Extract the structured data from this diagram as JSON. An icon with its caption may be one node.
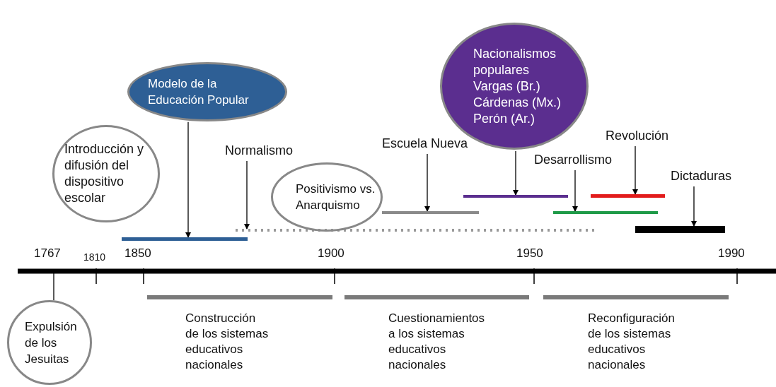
{
  "diagram": {
    "nodes": [
      {
        "text": [
          "Introducción y difusión del dispositivo escolar"
        ]
      },
      {
        "text": [
          "Modelo de la Educación Popular"
        ]
      },
      {
        "text": [],
        "shape": "bar"
      },
      {
        "text": [
          "Normalismo"
        ]
      },
      {
        "text": [],
        "shape": "bar"
      },
      {
        "text": [
          "Positivismo vs. Anarquismo"
        ]
      },
      {
        "text": [
          "Escuela Nueva"
        ]
      },
      {
        "text": [],
        "shape": "bar"
      },
      {
        "text": [
          "Nacionalismos populares",
          "Vargas (Br.)",
          "Cárdenas (Mx.)",
          "Perón (Ar.)"
        ]
      },
      {
        "text": [],
        "shape": "bar"
      },
      {
        "text": [
          "Desarrollismo"
        ]
      },
      {
        "text": [],
        "shape": "bar"
      },
      {
        "text": [
          "Revolución"
        ]
      },
      {
        "text": [],
        "shape": "bar"
      },
      {
        "text": [
          "Dictaduras"
        ]
      },
      {
        "text": [],
        "shape": "bar"
      },
      {
        "text": [
          "Expulsión de los Jesuitas"
        ]
      }
    ],
    "edges": [
      {
        "from": 1,
        "to": 2,
        "arrow": "to"
      },
      {
        "from": 3,
        "to": 4,
        "arrow": "to"
      },
      {
        "from": 6,
        "to": 7,
        "arrow": "to"
      },
      {
        "from": 8,
        "to": 9,
        "arrow": "to"
      },
      {
        "from": 10,
        "to": 11,
        "arrow": "to"
      },
      {
        "from": 12,
        "to": 13,
        "arrow": "to"
      },
      {
        "from": 14,
        "to": 15,
        "arrow": "to"
      },
      {
        "from": 16,
        "to": null,
        "arrow": "none"
      }
    ],
    "labels": [
      "1767",
      "1810",
      "1850",
      "1900",
      "1950",
      "1990",
      "Construcción de los sistemas educativos nacionales",
      "Cuestionamientos a los sistemas educativos nacionales",
      "Reconfiguración de los sistemas educativos nacionales"
    ]
  }
}
